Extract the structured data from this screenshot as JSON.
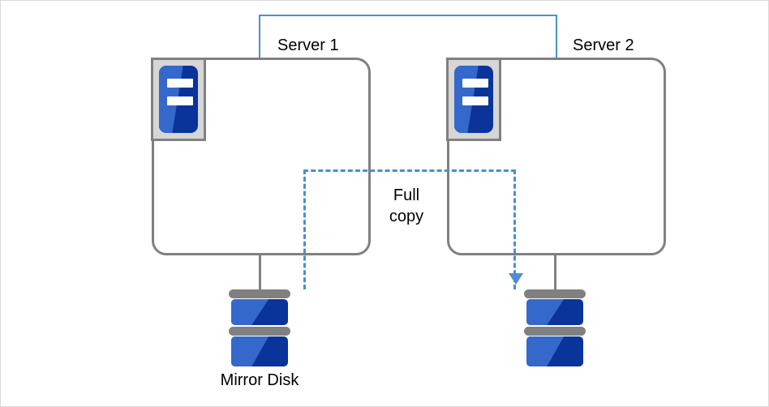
{
  "diagram": {
    "title_visible": false,
    "colors": {
      "accent_blue": "#4a8fd4",
      "icon_blue_light": "#3568cb",
      "icon_blue_dark": "#0a3499",
      "outline_gray": "#808080",
      "frame_gray": "#d6d6d6",
      "background": "#ffffff"
    },
    "nodes": [
      {
        "id": "server1",
        "label": "Server 1",
        "icon": "server-appliance-icon"
      },
      {
        "id": "server2",
        "label": "Server 2",
        "icon": "server-appliance-icon"
      }
    ],
    "storage": [
      {
        "id": "disk1",
        "label": "Mirror Disk",
        "icon": "disk-stack-icon"
      },
      {
        "id": "disk2",
        "label": "",
        "icon": "disk-stack-icon"
      }
    ],
    "connections": [
      {
        "id": "interconnect",
        "from": "server1",
        "to": "server2",
        "style": "solid",
        "color": "#4a8fd4",
        "label": ""
      },
      {
        "id": "full-copy",
        "from": "disk1",
        "to": "disk2",
        "style": "dashed",
        "color": "#4a8fd4",
        "arrow": "down",
        "label_line1": "Full",
        "label_line2": "copy"
      }
    ]
  }
}
